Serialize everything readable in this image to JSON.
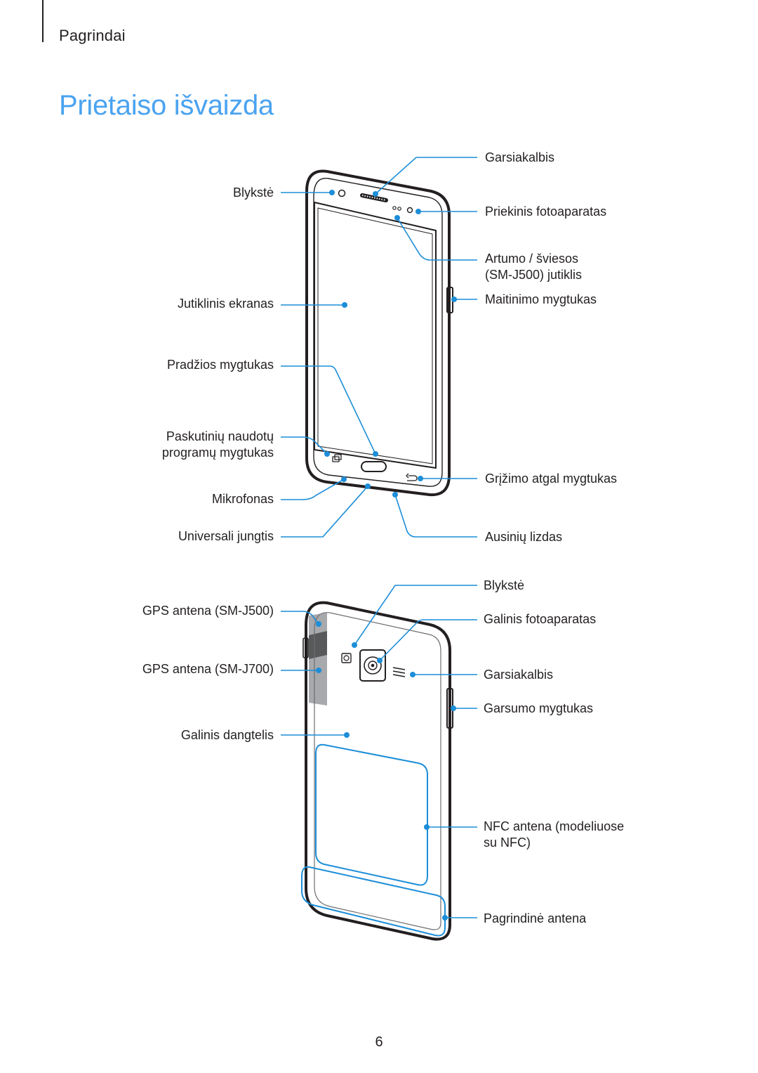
{
  "header": {
    "section": "Pagrindai"
  },
  "title": "Prietaiso išvaizda",
  "front_labels": {
    "flash": "Blykstė",
    "touchscreen": "Jutiklinis ekranas",
    "home_button": "Pradžios mygtukas",
    "recent_apps_line1": "Paskutinių naudotų",
    "recent_apps_line2": "programų mygtukas",
    "microphone": "Mikrofonas",
    "multipurpose_jack": "Universali jungtis",
    "speaker": "Garsiakalbis",
    "front_camera": "Priekinis fotoaparatas",
    "sensor_line1": "Artumo / šviesos",
    "sensor_line2": "(SM-J500) jutiklis",
    "power_button": "Maitinimo mygtukas",
    "back_button": "Grįžimo atgal mygtukas",
    "earphone_jack": "Ausinių lizdas"
  },
  "back_labels": {
    "gps_j500": "GPS antena (SM-J500)",
    "gps_j700": "GPS antena (SM-J700)",
    "back_cover": "Galinis dangtelis",
    "flash": "Blykstė",
    "rear_camera": "Galinis fotoaparatas",
    "speaker": "Garsiakalbis",
    "volume": "Garsumo mygtukas",
    "nfc_line1": "NFC antena (modeliuose",
    "nfc_line2": "su NFC)",
    "main_antenna": "Pagrindinė antena"
  },
  "colors": {
    "accent": "#4aa3f0",
    "callout": "#1c8ed8",
    "outline": "#231f20",
    "antenna_gray": "#a7a9ac",
    "antenna_dark": "#58595b"
  },
  "page_number": "6"
}
